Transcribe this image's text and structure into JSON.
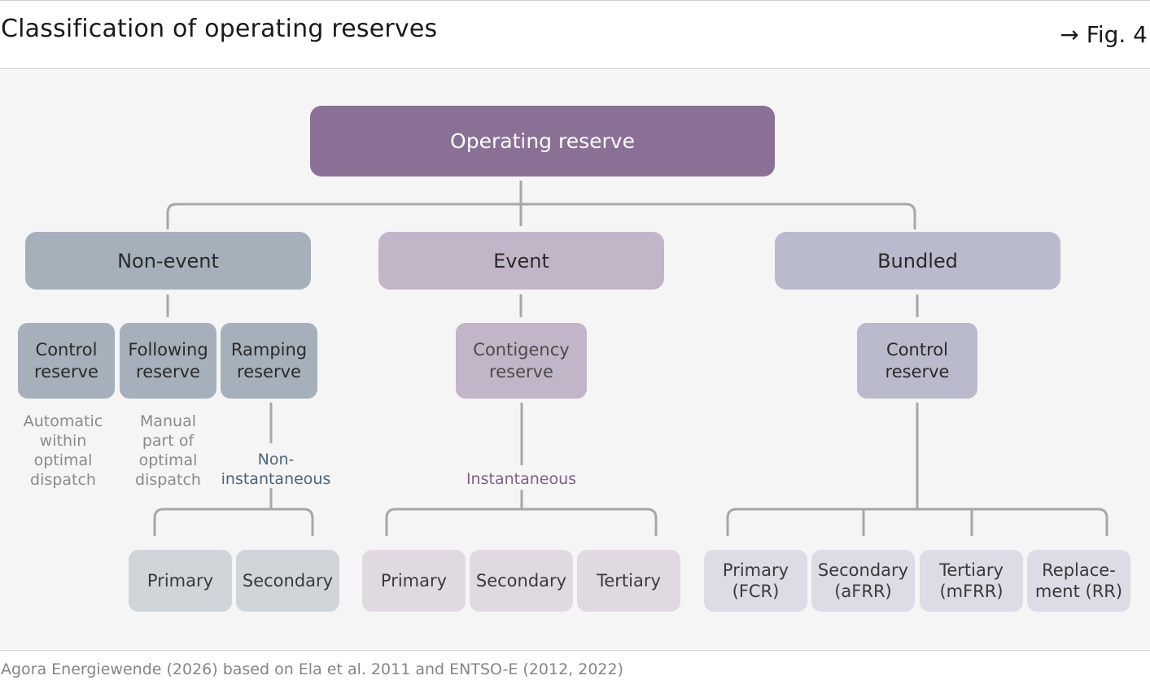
{
  "header": {
    "title": "Classification of operating reserves",
    "figure_ref": "→ Fig. 4"
  },
  "diagram": {
    "root": "Operating reserve",
    "categories": {
      "non_event": {
        "label": "Non-event",
        "children": [
          {
            "line1": "Control",
            "line2": "reserve"
          },
          {
            "line1": "Following",
            "line2": "reserve"
          },
          {
            "line1": "Ramping",
            "line2": "reserve"
          }
        ],
        "notes": [
          [
            "Automatic",
            "within",
            "optimal",
            "dispatch"
          ],
          [
            "Manual",
            "part of",
            "optimal",
            "dispatch"
          ]
        ],
        "branch_label": [
          "Non-",
          "instantaneous"
        ],
        "leaves": [
          "Primary",
          "Secondary"
        ]
      },
      "event": {
        "label": "Event",
        "child": {
          "line1": "Contigency",
          "line2": "reserve"
        },
        "branch_label": "Instantaneous",
        "leaves": [
          "Primary",
          "Secondary",
          "Tertiary"
        ]
      },
      "bundled": {
        "label": "Bundled",
        "child": {
          "line1": "Control",
          "line2": "reserve"
        },
        "leaves": [
          {
            "line1": "Primary",
            "line2": "(FCR)"
          },
          {
            "line1": "Secondary",
            "line2": "(aFRR)"
          },
          {
            "line1": "Tertiary",
            "line2": "(mFRR)"
          },
          {
            "line1": "Replace-",
            "line2": "ment (RR)"
          }
        ]
      }
    },
    "colors": {
      "root": "#8a7095",
      "non_event": "#a5b0ba",
      "event": "#c2b5c7",
      "bundled": "#b9bbcc",
      "non_event_leaf": "#d0d5da",
      "event_leaf": "#e1d9e2",
      "bundled_leaf": "#dbdce5",
      "connector": "#a7a7a7",
      "non_event_label": "#4d6478",
      "event_label": "#7b6483",
      "note_text": "#8a8a8a"
    }
  },
  "footer": {
    "source": "Agora Energiewende (2026) based on Ela et al. 2011 and ENTSO-E (2012, 2022)"
  }
}
